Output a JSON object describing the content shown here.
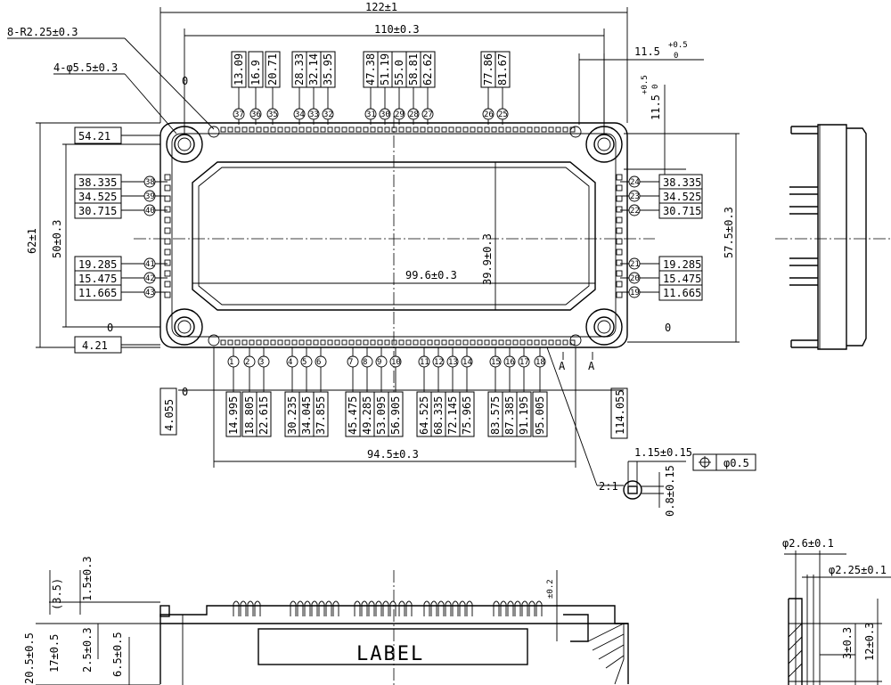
{
  "overall": {
    "length_122": "122±1",
    "length_110": "110±0.3",
    "corner_radius": "8-R2.25±0.3",
    "mount_holes": "4-φ5.5±0.3",
    "offset_11_5_h": "11.5",
    "offset_11_5_v": "11.5",
    "tol_up": "+0.5",
    "tol_low": "0",
    "height_62": "62±1",
    "height_50": "50±0.3",
    "height_57_5": "57.5±0.3",
    "inner_99_6": "99.6±0.3",
    "inner_39_9": "39.9±0.3",
    "pin_span_94_5": "94.5±0.3",
    "pin_width": "1.15±0.15",
    "pin_thick": "0.8±0.15",
    "position_tol": "φ0.5",
    "scale": "2:1",
    "section_marker": "A",
    "zero": "0"
  },
  "top_pins": {
    "labels": [
      "13.09",
      "16.9",
      "20.71",
      "28.33",
      "32.14",
      "35.95",
      "47.38",
      "51.19",
      "55.0",
      "58.81",
      "62.62",
      "77.86",
      "81.67"
    ],
    "numbers": [
      "37",
      "36",
      "35",
      "34",
      "33",
      "32",
      "31",
      "30",
      "29",
      "28",
      "27",
      "26",
      "25"
    ]
  },
  "bottom_pins": {
    "labels": [
      "14.995",
      "18.805",
      "22.615",
      "30.235",
      "34.045",
      "37.855",
      "45.475",
      "49.285",
      "53.095",
      "56.905",
      "64.525",
      "68.335",
      "72.145",
      "75.965",
      "83.575",
      "87.385",
      "91.195",
      "95.005"
    ],
    "numbers": [
      "1",
      "2",
      "3",
      "4",
      "5",
      "6",
      "7",
      "8",
      "9",
      "10",
      "11",
      "12",
      "13",
      "14",
      "15",
      "16",
      "17",
      "18"
    ],
    "left_edge": "4.055",
    "right_edge": "114.055"
  },
  "left_pins": {
    "top_ref": "54.21",
    "bottom_ref": "4.21",
    "labels": [
      "38.335",
      "34.525",
      "30.715",
      "19.285",
      "15.475",
      "11.665"
    ],
    "numbers": [
      "38",
      "39",
      "40",
      "41",
      "42",
      "43"
    ]
  },
  "right_pins": {
    "labels": [
      "38.335",
      "34.525",
      "30.715",
      "19.285",
      "15.475",
      "11.665"
    ],
    "numbers": [
      "24",
      "23",
      "22",
      "21",
      "20",
      "19"
    ]
  },
  "side_view": {
    "d_3_5": "(3.5)",
    "d_1_5": "1.5±0.3",
    "d_20_5": "20.5±0.5",
    "d_17": "17±0.5",
    "d_2_5": "2.5±0.3",
    "d_6_5": "6.5±0.5",
    "d_pm02": "±0.2",
    "label_text": "LABEL"
  },
  "detail_view": {
    "d_2_6": "φ2.6±0.1",
    "d_2_25": "φ2.25±0.1",
    "d_3": "3±0.3",
    "d_12": "12±0.3"
  }
}
